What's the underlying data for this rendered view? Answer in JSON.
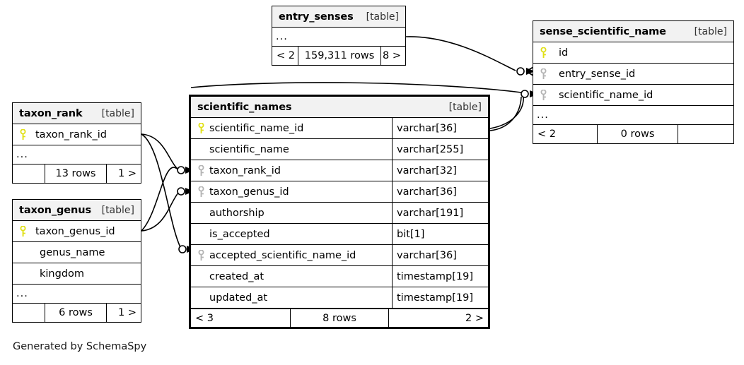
{
  "diagram": {
    "tool_credit": "Generated by SchemaSpy",
    "table_tag": "[table]",
    "ellipsis": "...",
    "colors": {
      "primary_key": "#e8e81c",
      "foreign_key": "#b0b0b0",
      "header_bg": "#f2f2f2",
      "border": "#000000",
      "background": "#ffffff"
    }
  },
  "tables": [
    {
      "id": "entry_senses",
      "name": "entry_senses",
      "tag": "[table]",
      "emphasis": false,
      "columns": [],
      "has_ellipsis": true,
      "ellipsis": "...",
      "footer": {
        "left": "< 2",
        "middle": "159,311 rows",
        "right": "8 >"
      }
    },
    {
      "id": "sense_scientific_name",
      "name": "sense_scientific_name",
      "tag": "[table]",
      "emphasis": false,
      "columns": [
        {
          "name": "id",
          "type": "",
          "key": "primary"
        },
        {
          "name": "entry_sense_id",
          "type": "",
          "key": "foreign"
        },
        {
          "name": "scientific_name_id",
          "type": "",
          "key": "foreign"
        }
      ],
      "has_ellipsis": true,
      "ellipsis": "...",
      "footer": {
        "left": "< 2",
        "middle": "0 rows",
        "right": ""
      }
    },
    {
      "id": "taxon_rank",
      "name": "taxon_rank",
      "tag": "[table]",
      "emphasis": false,
      "columns": [
        {
          "name": "taxon_rank_id",
          "type": "",
          "key": "primary"
        }
      ],
      "has_ellipsis": true,
      "ellipsis": "...",
      "footer": {
        "left": "",
        "middle": "13 rows",
        "right": "1 >"
      }
    },
    {
      "id": "taxon_genus",
      "name": "taxon_genus",
      "tag": "[table]",
      "emphasis": false,
      "columns": [
        {
          "name": "taxon_genus_id",
          "type": "",
          "key": "primary"
        },
        {
          "name": "genus_name",
          "type": "",
          "key": "none"
        },
        {
          "name": "kingdom",
          "type": "",
          "key": "none"
        }
      ],
      "has_ellipsis": true,
      "ellipsis": "...",
      "footer": {
        "left": "",
        "middle": "6 rows",
        "right": "1 >"
      }
    },
    {
      "id": "scientific_names",
      "name": "scientific_names",
      "tag": "[table]",
      "emphasis": true,
      "columns": [
        {
          "name": "scientific_name_id",
          "type": "varchar[36]",
          "key": "primary"
        },
        {
          "name": "scientific_name",
          "type": "varchar[255]",
          "key": "none"
        },
        {
          "name": "taxon_rank_id",
          "type": "varchar[32]",
          "key": "foreign"
        },
        {
          "name": "taxon_genus_id",
          "type": "varchar[36]",
          "key": "foreign"
        },
        {
          "name": "authorship",
          "type": "varchar[191]",
          "key": "none"
        },
        {
          "name": "is_accepted",
          "type": "bit[1]",
          "key": "none"
        },
        {
          "name": "accepted_scientific_name_id",
          "type": "varchar[36]",
          "key": "foreign"
        },
        {
          "name": "created_at",
          "type": "timestamp[19]",
          "key": "none"
        },
        {
          "name": "updated_at",
          "type": "timestamp[19]",
          "key": "none"
        }
      ],
      "has_ellipsis": false,
      "ellipsis": "...",
      "footer": {
        "left": "< 3",
        "middle": "8 rows",
        "right": "2 >"
      }
    }
  ],
  "relationships": [
    {
      "from": "entry_senses",
      "to": "sense_scientific_name.entry_sense_id"
    },
    {
      "from": "scientific_names.scientific_name_id",
      "to": "sense_scientific_name.scientific_name_id"
    },
    {
      "from": "taxon_rank.taxon_rank_id",
      "to": "scientific_names.taxon_rank_id"
    },
    {
      "from": "taxon_genus.taxon_genus_id",
      "to": "scientific_names.taxon_genus_id"
    },
    {
      "from": "scientific_names.scientific_name_id",
      "to": "scientific_names.accepted_scientific_name_id"
    }
  ]
}
